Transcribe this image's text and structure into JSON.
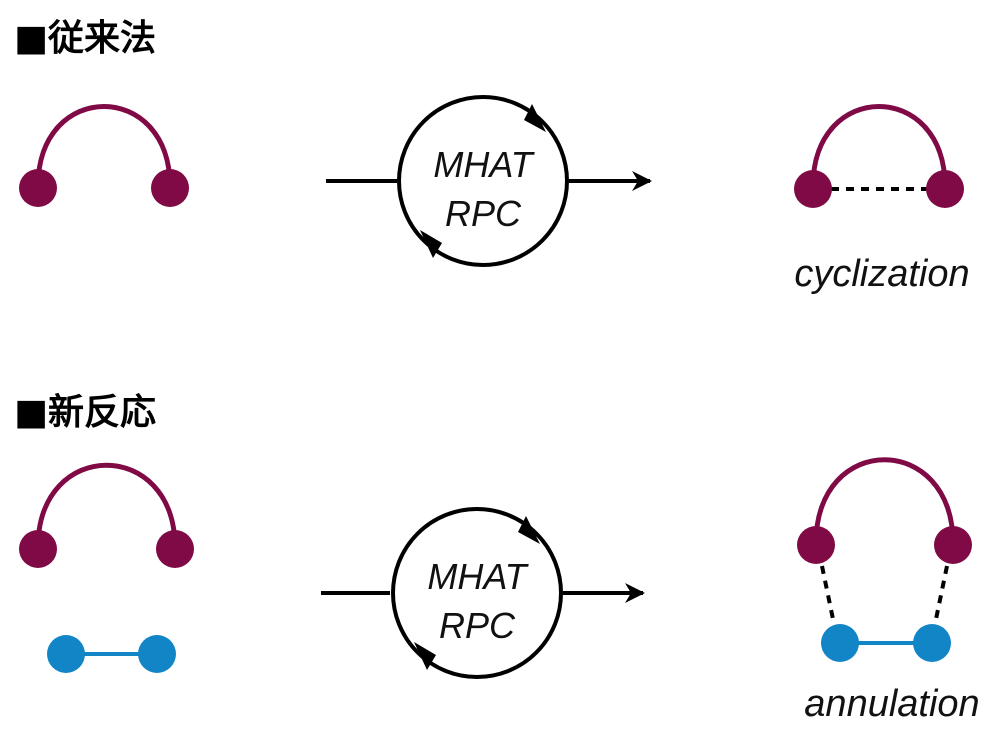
{
  "conventional": {
    "heading": "■従来法",
    "conditions": {
      "line1": "MHAT",
      "line2": "RPC"
    },
    "product_label": "cyclization"
  },
  "new_reaction": {
    "heading": "■新反応",
    "conditions": {
      "line1": "MHAT",
      "line2": "RPC"
    },
    "product_label": "annulation"
  },
  "colors": {
    "maroon": "#7f0a45",
    "blue": "#1185c6",
    "ink": "#000000"
  }
}
